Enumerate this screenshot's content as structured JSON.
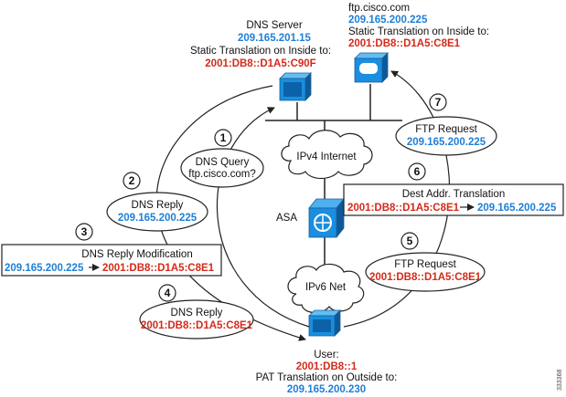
{
  "colors": {
    "blue": "#1f7fd6",
    "red": "#d42a1a",
    "line": "#222222",
    "device": "#1a8ee0"
  },
  "dns_server": {
    "title": "DNS Server",
    "ip": "209.165.201.15",
    "nat_label": "Static Translation on Inside to:",
    "nat_ip": "2001:DB8::D1A5:C90F"
  },
  "ftp_server": {
    "name": "ftp.cisco.com",
    "ip": "209.165.200.225",
    "nat_label": "Static Translation on Inside to:",
    "nat_ip": "2001:DB8::D1A5:C8E1"
  },
  "clouds": {
    "ipv4": "IPv4 Internet",
    "ipv6": "IPv6 Net"
  },
  "asa_label": "ASA",
  "steps": [
    {
      "num": "1",
      "line1": "DNS Query",
      "line2": "ftp.cisco.com?"
    },
    {
      "num": "2",
      "line1": "DNS Reply",
      "line2": "209.165.200.225"
    },
    {
      "num": "3",
      "line1": "DNS Reply Modification",
      "from": "209.165.200.225",
      "to": "2001:DB8::D1A5:C8E1"
    },
    {
      "num": "4",
      "line1": "DNS Reply",
      "line2": "2001:DB8::D1A5:C8E1"
    },
    {
      "num": "5",
      "line1": "FTP Request",
      "line2": "2001:DB8::D1A5:C8E1"
    },
    {
      "num": "6",
      "line1": "Dest Addr. Translation",
      "from": "2001:DB8::D1A5:C8E1",
      "to": "209.165.200.225"
    },
    {
      "num": "7",
      "line1": "FTP Request",
      "line2": "209.165.200.225"
    }
  ],
  "user": {
    "label": "User:",
    "ip": "2001:DB8::1",
    "nat_label": "PAT Translation on Outside to:",
    "nat_ip": "209.165.200.230"
  },
  "figure_id": "333368"
}
